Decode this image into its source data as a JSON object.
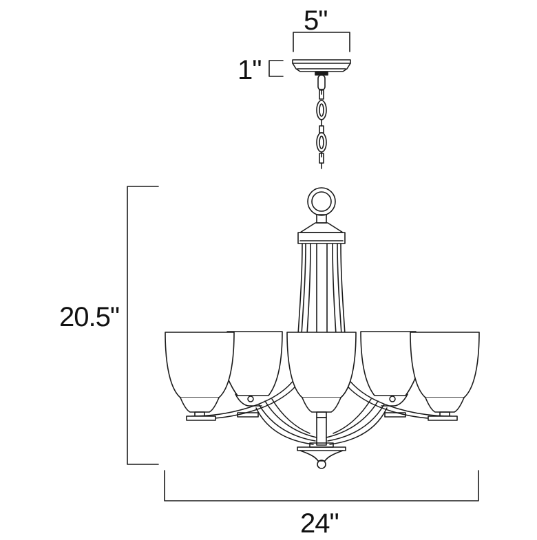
{
  "diagram": {
    "subject": "five-light chandelier line drawing",
    "colors": {
      "stroke": "#1a1a1a",
      "background": "#ffffff"
    },
    "dimensions": {
      "canopy_width": "5\"",
      "canopy_height": "1\"",
      "fixture_height": "20.5\"",
      "fixture_width": "24\""
    },
    "parts": [
      "canopy",
      "chain",
      "hanging-loop",
      "cap",
      "center-column",
      "glass-shades",
      "arms",
      "bottom-finial"
    ],
    "shade_count": 5
  }
}
